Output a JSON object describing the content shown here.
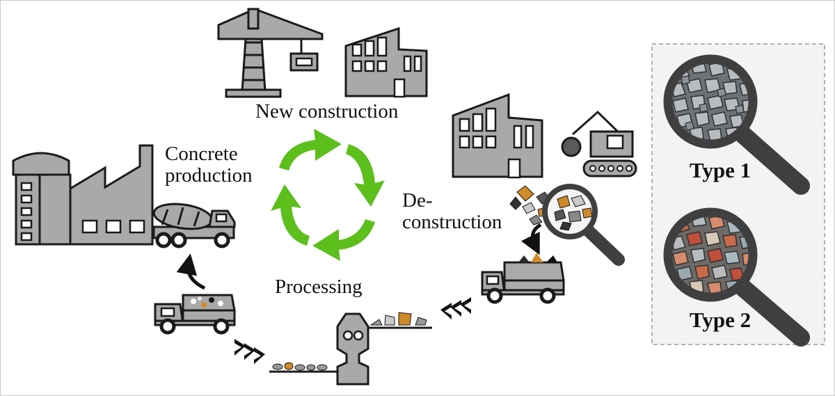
{
  "labels": {
    "new_construction": "New construction",
    "concrete_production_1": "Concrete",
    "concrete_production_2": "production",
    "deconstruction_1": "De-",
    "deconstruction_2": "construction",
    "processing": "Processing"
  },
  "aggregate_types": [
    {
      "label": "Type 1",
      "appearance": "gray-aggregate"
    },
    {
      "label": "Type 2",
      "appearance": "mixed-red-gray-aggregate"
    }
  ],
  "colors": {
    "cycle_arrow": "#5cbf1c",
    "icon_fill": "#a9a9a9",
    "outline": "#1a1a1a",
    "magnifier": "#3f3f3f",
    "panel_border": "#9a9a9a",
    "panel_bg": "#f3f3f3"
  },
  "icons": [
    "crane-icon",
    "building-icon",
    "excavator-icon",
    "factory-icon",
    "mixer-truck-icon",
    "dump-truck-icon",
    "crusher-icon",
    "magnifier-icon",
    "chevron-arrows-icon"
  ]
}
